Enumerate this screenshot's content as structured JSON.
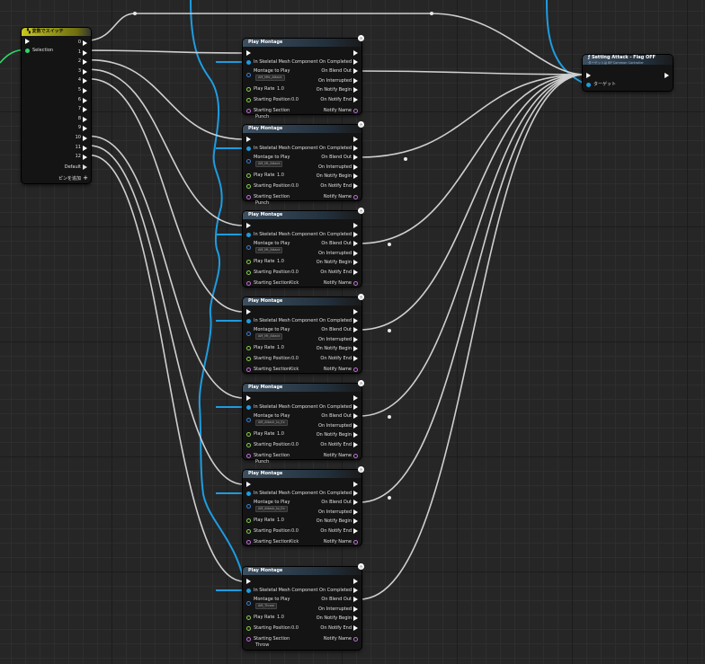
{
  "switch_node": {
    "title": "変数でスイッチ",
    "selection_label": "Selection",
    "outputs": [
      "0",
      "1",
      "2",
      "3",
      "4",
      "5",
      "6",
      "7",
      "8",
      "9",
      "10",
      "11",
      "12"
    ],
    "default_label": "Default",
    "add_pin_label": "ピンを追加"
  },
  "set_node": {
    "title": "Setting Attack - Flag OFF",
    "subtitle": "ターゲットは BP Common Controller",
    "target_label": "ターゲット"
  },
  "play_montage": {
    "title": "Play Montage",
    "in_skeletal": "In Skeletal Mesh Component",
    "montage_to_play": "Montage to Play",
    "play_rate": "Play Rate",
    "play_rate_value": "1.0",
    "starting_position": "Starting Position",
    "starting_position_value": "0.0",
    "starting_section": "Starting Section",
    "on_completed": "On Completed",
    "on_blend_out": "On Blend Out",
    "on_interrupted": "On Interrupted",
    "on_notify_begin": "On Notify Begin",
    "on_notify_end": "On Notify End",
    "notify_name": "Notify Name"
  },
  "montage_nodes": [
    {
      "asset": "AM_Mtk_Attack",
      "section": "Punch"
    },
    {
      "asset": "AM_Mt_Attack",
      "section": "Punch"
    },
    {
      "asset": "AM_Mt_Attack",
      "section": "Kick"
    },
    {
      "asset": "AM_Mt_Attack",
      "section": "Kick"
    },
    {
      "asset": "AM_Attack_to_Ex",
      "section": "Punch"
    },
    {
      "asset": "AM_Attack_to_Ex",
      "section": "Kick"
    },
    {
      "asset": "AM_Throw",
      "section": "Throw"
    }
  ],
  "colors": {
    "exec_wire": "#cfcfcf",
    "object_wire": "#1e9ce0",
    "switch_header": "#c8c81e",
    "function_header": "#3d4f60"
  }
}
